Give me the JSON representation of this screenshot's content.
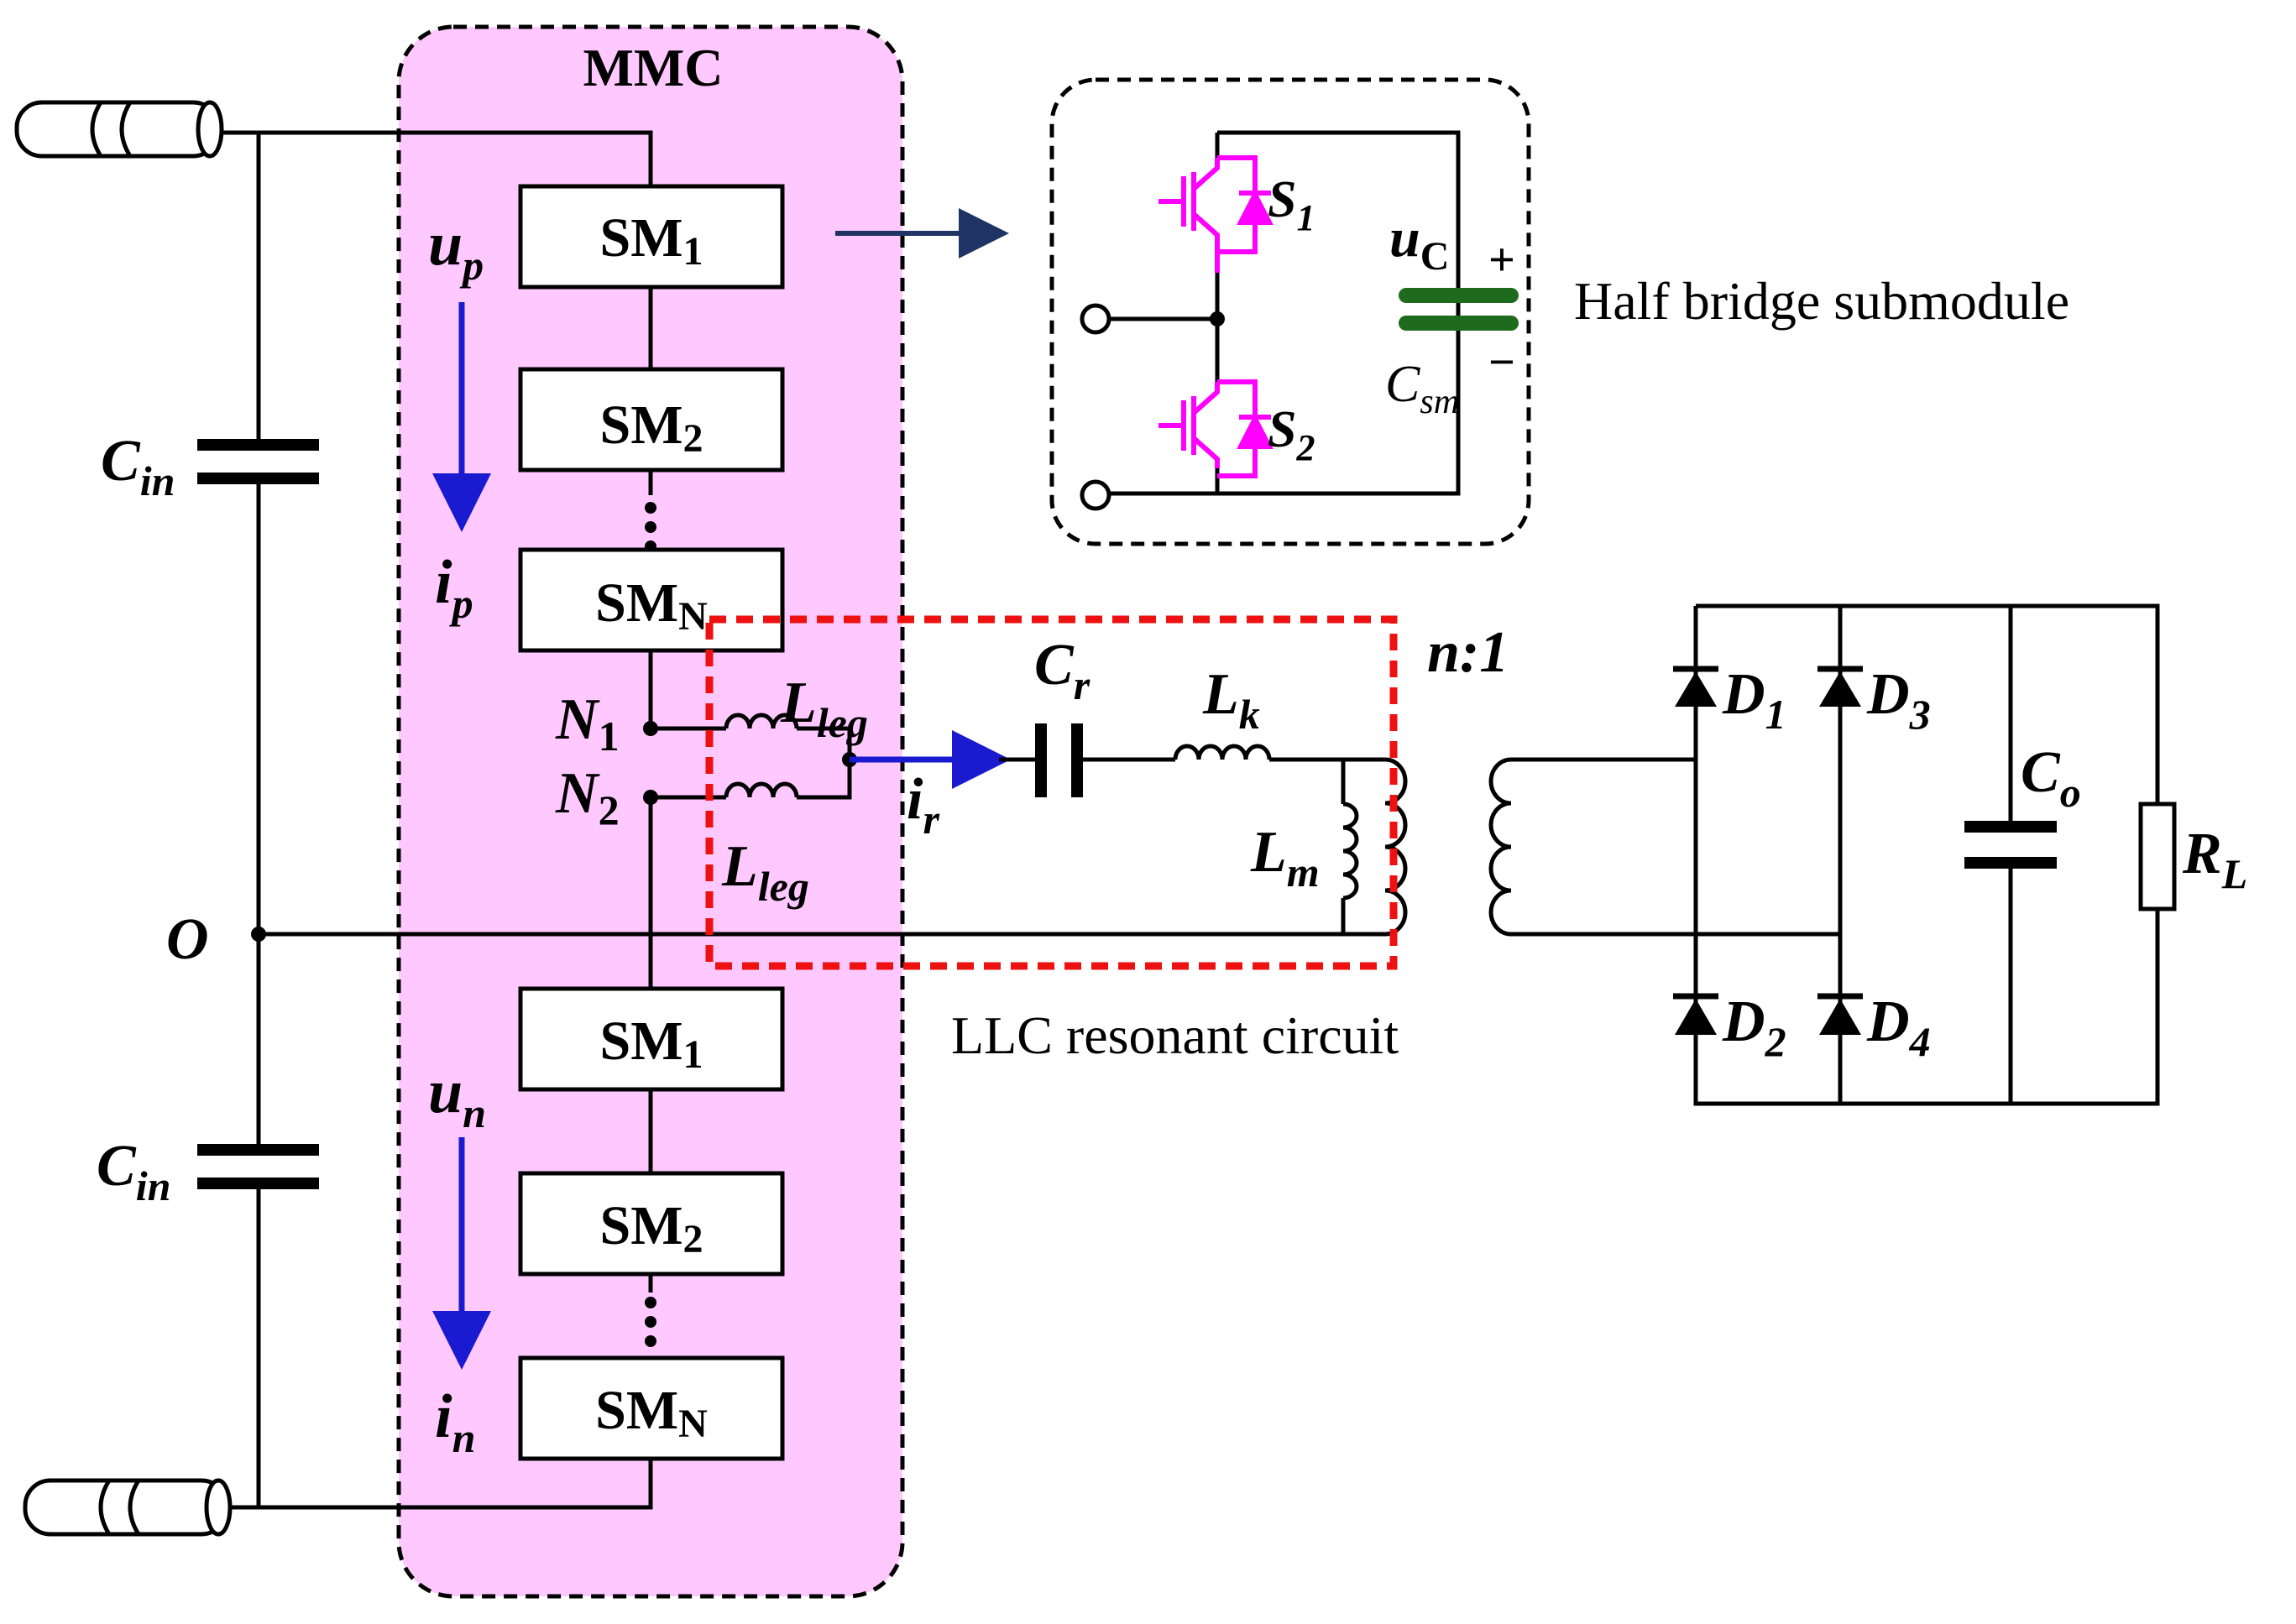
{
  "colors": {
    "mmc_fill": "#FFC8FF",
    "current_arrow": "#1A1AD0",
    "submodule_arrow": "#1F3464",
    "igbt": "#FF00FF",
    "capacitor_sm": "#1E6B1E",
    "llc_box": "#EE1111"
  },
  "mmc": {
    "title": "MMC",
    "upper_arm": {
      "sm1": "SM",
      "sm1_sub": "1",
      "sm2": "SM",
      "sm2_sub": "2",
      "smn": "SM",
      "smn_sub": "N"
    },
    "lower_arm": {
      "sm1": "SM",
      "sm1_sub": "1",
      "sm2": "SM",
      "sm2_sub": "2",
      "smn": "SM",
      "smn_sub": "N"
    },
    "nodes": {
      "n1": "N",
      "n1_sub": "1",
      "n2": "N",
      "n2_sub": "2"
    }
  },
  "labels": {
    "up": "u",
    "up_sub": "p",
    "ip": "i",
    "ip_sub": "p",
    "un": "u",
    "un_sub": "n",
    "in": "i",
    "in_sub": "n",
    "cin_top": "C",
    "cin_top_sub": "in",
    "cin_bot": "C",
    "cin_bot_sub": "in",
    "o": "O",
    "lleg_top": "L",
    "lleg_top_sub": "leg",
    "lleg_bot": "L",
    "lleg_bot_sub": "leg",
    "ir": "i",
    "ir_sub": "r",
    "cr": "C",
    "cr_sub": "r",
    "lk": "L",
    "lk_sub": "k",
    "lm": "L",
    "lm_sub": "m",
    "ratio": "n:1",
    "d1": "D",
    "d1_sub": "1",
    "d2": "D",
    "d2_sub": "2",
    "d3": "D",
    "d3_sub": "3",
    "d4": "D",
    "d4_sub": "4",
    "co": "C",
    "co_sub": "o",
    "rl": "R",
    "rl_sub": "L"
  },
  "submodule": {
    "caption": "Half bridge submodule",
    "s1": "S",
    "s1_sub": "1",
    "s2": "S",
    "s2_sub": "2",
    "uc": "u",
    "uc_sub": "C",
    "csm": "C",
    "csm_sub": "sm",
    "plus": "+",
    "minus": "−"
  },
  "llc": {
    "caption": "LLC resonant circuit"
  },
  "icons": [
    "dc-cable-icon",
    "igbt-icon",
    "diode-icon",
    "inductor-icon",
    "capacitor-icon",
    "resistor-icon",
    "transformer-icon"
  ]
}
